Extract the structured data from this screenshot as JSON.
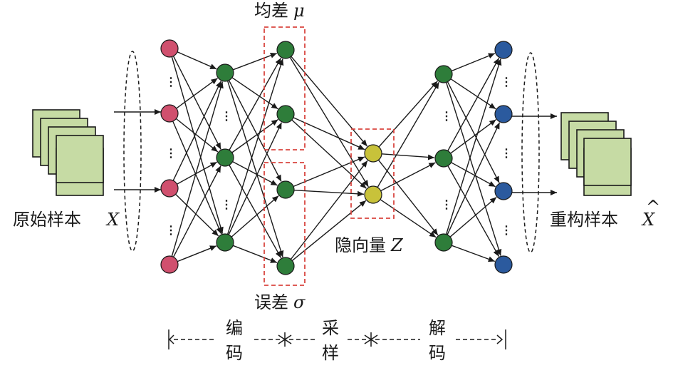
{
  "labels": {
    "input": "原始样本",
    "input_var": "X",
    "output": "重构样本",
    "output_var": "X",
    "output_hat": "^",
    "mean": "均差",
    "mean_var": "μ",
    "std": "误差",
    "std_var": "σ",
    "latent": "隐向量",
    "latent_var": "Z"
  },
  "stages": {
    "encode_1": "编",
    "encode_2": "码",
    "sample_1": "采",
    "sample_2": "样",
    "decode_1": "解",
    "decode_2": "码"
  },
  "ellipsis": "⋮",
  "colors": {
    "input_node": "#d0506e",
    "hidden_node": "#2e7d3a",
    "latent_node": "#c8c23a",
    "output_node": "#2b5a9e",
    "dashed_box": "#d9453f",
    "sample_fill": "#c6dba4"
  }
}
